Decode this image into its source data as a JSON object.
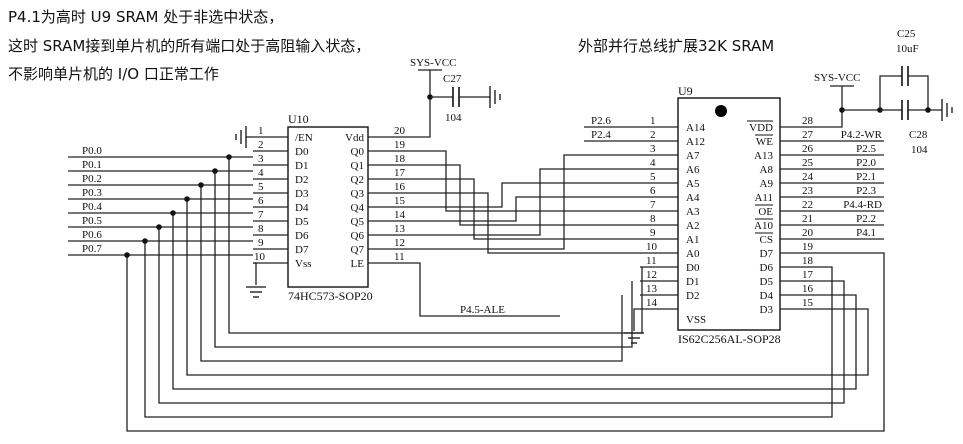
{
  "notes": {
    "line1": "P4.1为高时 U9 SRAM 处于非选中状态，",
    "line2": "这时 SRAM接到单片机的所有端口处于高阻输入状态，",
    "line3": "不影响单片机的 I/O 口正常工作",
    "right": "外部并行总线扩展32K SRAM"
  },
  "u10": {
    "ref": "U10",
    "part": "74HC573-SOP20",
    "pin_numbers": [
      "1",
      "2",
      "3",
      "4",
      "5",
      "6",
      "7",
      "8",
      "9",
      "10",
      "20",
      "19",
      "18",
      "17",
      "16",
      "15",
      "14",
      "13",
      "12",
      "11"
    ],
    "pin_names": [
      "/EN",
      "D0",
      "D1",
      "D2",
      "D3",
      "D4",
      "D5",
      "D6",
      "D7",
      "Vss",
      "Vdd",
      "Q0",
      "Q1",
      "Q2",
      "Q3",
      "Q4",
      "Q5",
      "Q6",
      "Q7",
      "LE"
    ]
  },
  "u9": {
    "ref": "U9",
    "part": "IS62C256AL-SOP28",
    "pin_numbers": [
      "1",
      "2",
      "3",
      "4",
      "5",
      "6",
      "7",
      "8",
      "9",
      "10",
      "11",
      "12",
      "13",
      "14",
      "28",
      "27",
      "26",
      "25",
      "24",
      "23",
      "22",
      "21",
      "20",
      "19",
      "18",
      "17",
      "16",
      "15"
    ],
    "pin_names": [
      "A14",
      "A12",
      "A7",
      "A6",
      "A5",
      "A4",
      "A3",
      "A2",
      "A1",
      "A0",
      "D0",
      "D1",
      "D2",
      "VSS",
      "VDD",
      "WE",
      "A13",
      "A8",
      "A9",
      "A11",
      "OE",
      "A10",
      "CS",
      "D7",
      "D6",
      "D5",
      "D4",
      "D3"
    ]
  },
  "nets": {
    "port0": [
      "P0.0",
      "P0.1",
      "P0.2",
      "P0.3",
      "P0.4",
      "P0.5",
      "P0.6",
      "P0.7"
    ],
    "u9_left": [
      "P2.6",
      "P2.4"
    ],
    "u9_right": [
      "P4.2-WR",
      "P2.5",
      "P2.0",
      "P2.1",
      "P2.3",
      "P4.4-RD",
      "P2.2",
      "P4.1"
    ],
    "ale": "P4.5-ALE",
    "vcc_left": "SYS-VCC",
    "vcc_right": "SYS-VCC"
  },
  "caps": {
    "c27": {
      "ref": "C27",
      "value": "104"
    },
    "c25": {
      "ref": "C25",
      "value": "10uF"
    },
    "c28": {
      "ref": "C28",
      "value": "104"
    }
  }
}
